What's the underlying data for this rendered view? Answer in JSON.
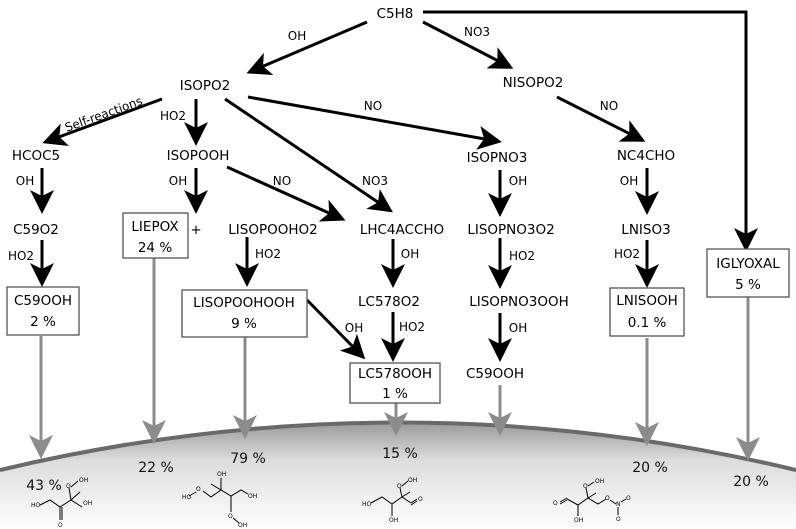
{
  "colors": {
    "arrow_black": "#000000",
    "arrow_gray": "#8c8c8c",
    "particle_edge": "#6a6a6a",
    "particle_fill_top": "#9a9a9a",
    "particle_fill_bottom": "#ffffff",
    "box_border": "#555555"
  },
  "species": {
    "c5h8": "C5H8",
    "isopo2": "ISOPO2",
    "nisopo2": "NISOPO2",
    "hcoc5": "HCOC5",
    "isopooh": "ISOPOOH",
    "isopno3": "ISOPNO3",
    "nc4cho": "NC4CHO",
    "c59o2": "C59O2",
    "lisopooho2": "LISOPOOHO2",
    "lhc4accho": "LHC4ACCHO",
    "lisopno3o2": "LISOPNO3O2",
    "lniso3": "LNISO3",
    "lc578o2": "LC578O2",
    "lisopno3ooh": "LISOPNO3OOH",
    "c59ooh_gas": "C59OOH",
    "plus": "+"
  },
  "boxes": {
    "c59ooh": {
      "name": "C59OOH",
      "yield": "2 %"
    },
    "liepox": {
      "name": "LIEPOX",
      "yield": "24 %"
    },
    "lisopoohooh": {
      "name": "LISOPOOHOOH",
      "yield": "9 %"
    },
    "lc578ooh": {
      "name": "LC578OOH",
      "yield": "1 %"
    },
    "lnisooh": {
      "name": "LNISOOH",
      "yield": "0.1 %"
    },
    "iglyoxal": {
      "name": "IGLYOXAL",
      "yield": "5 %"
    }
  },
  "reactants": {
    "oh_c5h8": "OH",
    "no3_c5h8": "NO3",
    "self_reactions": "Self-reactions",
    "ho2_isopo2": "HO2",
    "no_isopo2": "NO",
    "no3_isopo2": "NO3",
    "no_nisopo2": "NO",
    "oh_hcoc5": "OH",
    "oh_isopooh": "OH",
    "no_isopooh": "NO",
    "oh_isopno3": "OH",
    "oh_nc4cho": "OH",
    "ho2_c59o2": "HO2",
    "ho2_lisopooho2": "HO2",
    "oh_lhc4accho": "OH",
    "ho2_lisopno3o2": "HO2",
    "ho2_lniso3": "HO2",
    "oh_lisopoohooh": "OH",
    "ho2_lc578o2": "HO2",
    "oh_lisopno3ooh": "OH"
  },
  "uptake_percentages": [
    "43 %",
    "22 %",
    "79 %",
    "15 %",
    "20 %",
    "20 %"
  ],
  "structures": {
    "s1": {
      "atoms": [
        "HO",
        "O",
        "O",
        "OH",
        "OH"
      ]
    },
    "s2": {
      "atoms": [
        "HO",
        "O",
        "OH",
        "OH",
        "O",
        "OH"
      ]
    },
    "s3": {
      "atoms": [
        "HO",
        "O",
        "OH",
        "O",
        "OH"
      ]
    },
    "s4": {
      "atoms": [
        "O",
        "O",
        "OH",
        "OH",
        "O",
        "N",
        "O",
        "O"
      ]
    }
  }
}
